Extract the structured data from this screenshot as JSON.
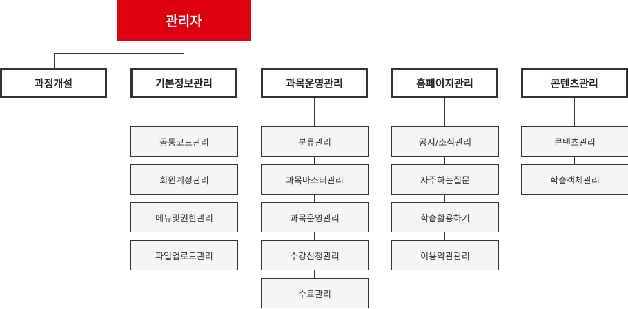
{
  "root": {
    "label": "관리자",
    "color": "#de000f"
  },
  "columns": [
    {
      "label": "과정개설",
      "children": []
    },
    {
      "label": "기본정보관리",
      "children": [
        "공통코드관리",
        "회원계정관리",
        "메뉴및권한관리",
        "파일업로드관리"
      ]
    },
    {
      "label": "과목운영관리",
      "children": [
        "분류관리",
        "과목마스터관리",
        "과목운영관리",
        "수강신청관리",
        "수료관리"
      ]
    },
    {
      "label": "홈페이지관리",
      "children": [
        "공지/소식관리",
        "자주하는질문",
        "학습활용하기",
        "이용약관관리"
      ]
    },
    {
      "label": "콘텐츠관리",
      "children": [
        "콘텐츠관리",
        "학습객체관리"
      ]
    }
  ]
}
